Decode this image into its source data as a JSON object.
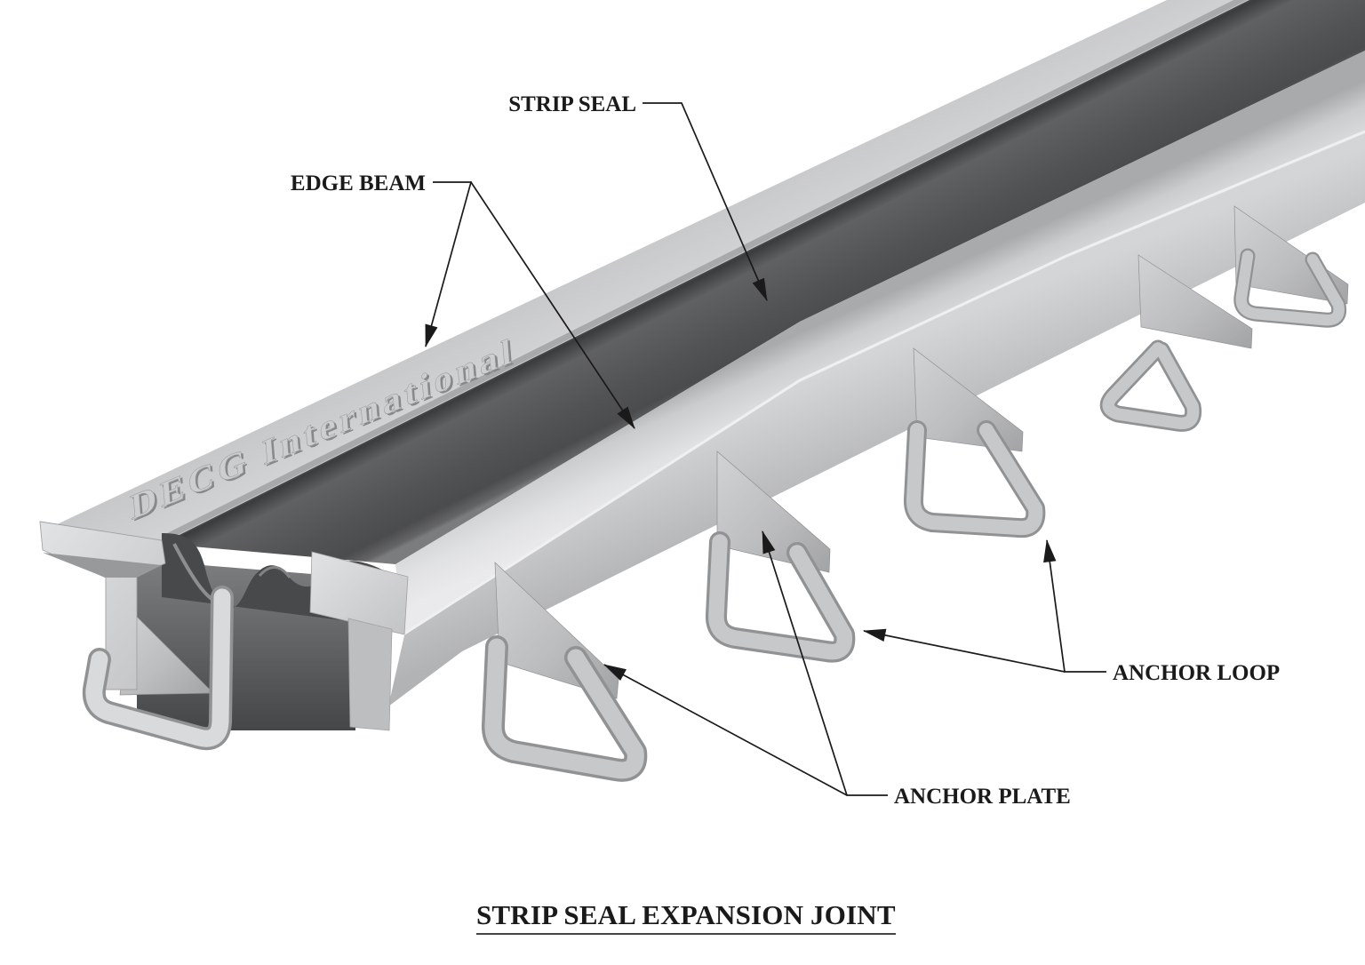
{
  "diagram": {
    "type": "technical-illustration",
    "title": "STRIP SEAL EXPANSION JOINT",
    "callouts": {
      "strip_seal": "STRIP SEAL",
      "edge_beam": "EDGE BEAM",
      "anchor_loop": "ANCHOR LOOP",
      "anchor_plate": "ANCHOR PLATE"
    },
    "embossed_brand": "DECG International",
    "colors": {
      "background": "#ffffff",
      "beam_metal_light": "#d6d7d9",
      "beam_metal_mid": "#c0c1c3",
      "strip_seal_rubber": "#525355",
      "annotation_line": "#1a1a1a"
    }
  }
}
